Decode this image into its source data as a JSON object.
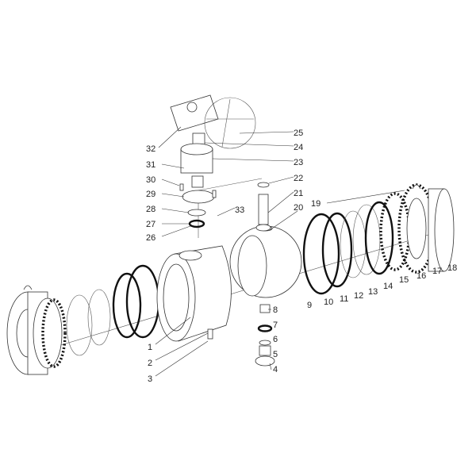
{
  "diagram": {
    "type": "exploded-parts-view",
    "callouts": [
      "1",
      "2",
      "3",
      "4",
      "5",
      "6",
      "7",
      "8",
      "9",
      "10",
      "11",
      "12",
      "13",
      "14",
      "15",
      "16",
      "17",
      "18",
      "19",
      "20",
      "21",
      "22",
      "23",
      "24",
      "25",
      "26",
      "27",
      "28",
      "29",
      "30",
      "31",
      "32",
      "33"
    ],
    "line_color": "#333333",
    "background": "#ffffff"
  }
}
